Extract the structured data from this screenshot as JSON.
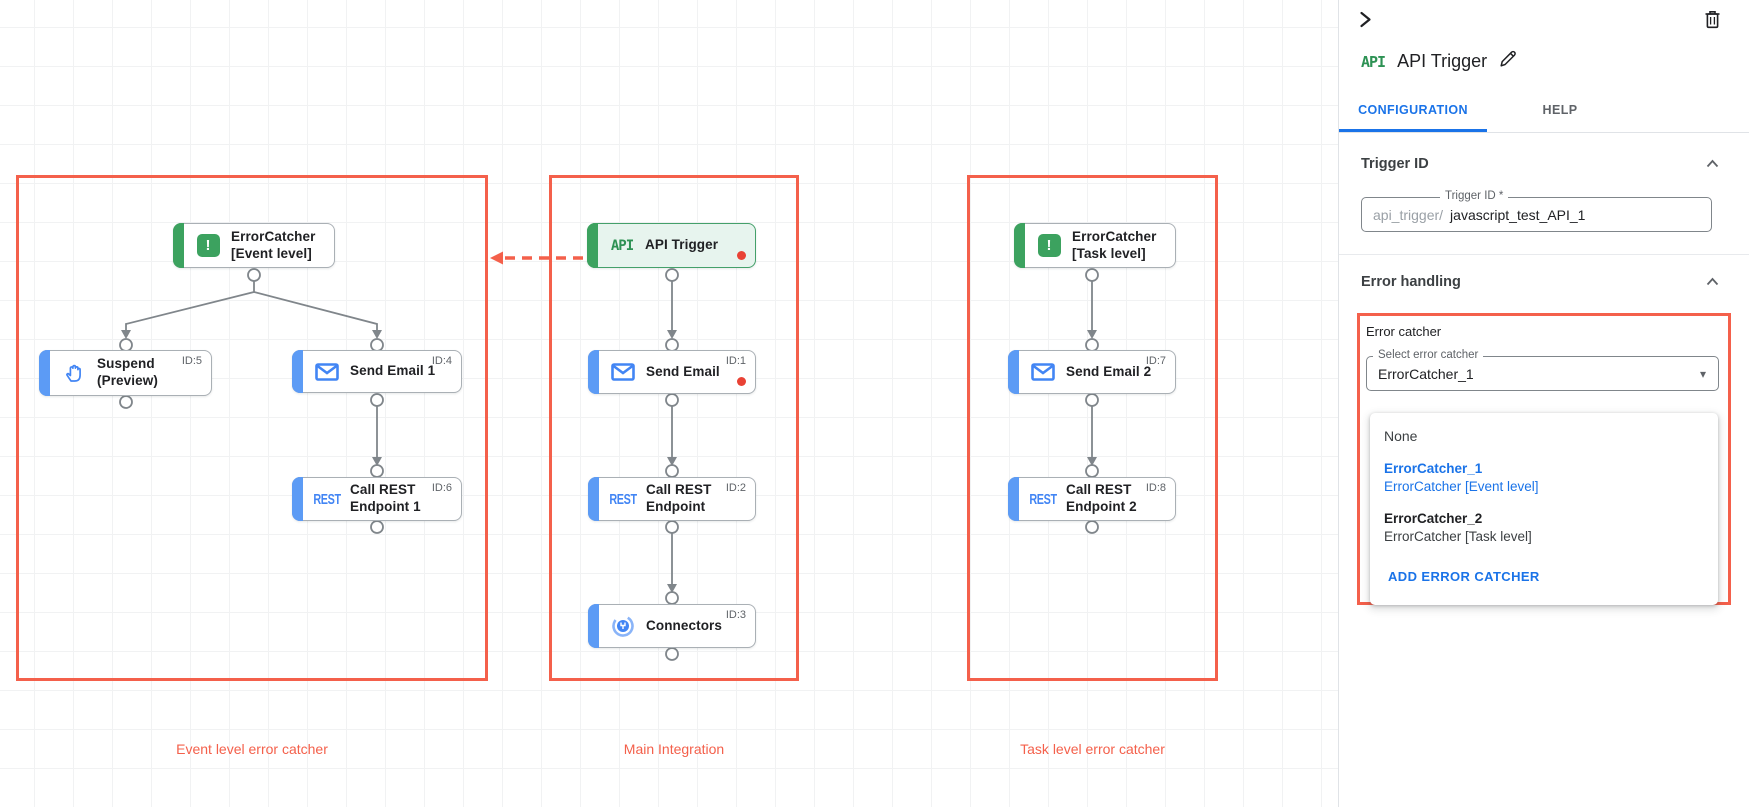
{
  "colors": {
    "accent_blue": "#1a73e8",
    "task_blue": "#4285f4",
    "green": "#34a853",
    "alert_red": "#f4604b",
    "dot_red": "#e94235"
  },
  "canvas": {
    "group_labels": [
      "Event level error catcher",
      "Main Integration",
      "Task level error catcher"
    ],
    "nodes": [
      {
        "label": "ErrorCatcher\n[Event level]",
        "id_badge": "",
        "icon": "error-catcher-icon"
      },
      {
        "label": "Suspend\n(Preview)",
        "id_badge": "ID:5",
        "icon": "hand-icon"
      },
      {
        "label": "Send Email 1",
        "id_badge": "ID:4",
        "icon": "mail-icon"
      },
      {
        "label": "Call REST\nEndpoint 1",
        "id_badge": "ID:6",
        "icon": "rest-icon"
      },
      {
        "label": "API Trigger",
        "id_badge": "",
        "icon": "api-icon"
      },
      {
        "label": "Send Email",
        "id_badge": "ID:1",
        "icon": "mail-icon"
      },
      {
        "label": "Call REST\nEndpoint",
        "id_badge": "ID:2",
        "icon": "rest-icon"
      },
      {
        "label": "Connectors",
        "id_badge": "ID:3",
        "icon": "connector-icon"
      },
      {
        "label": "ErrorCatcher\n[Task level]",
        "id_badge": "",
        "icon": "error-catcher-icon"
      },
      {
        "label": "Send Email 2",
        "id_badge": "ID:7",
        "icon": "mail-icon"
      },
      {
        "label": "Call REST\nEndpoint 2",
        "id_badge": "ID:8",
        "icon": "rest-icon"
      }
    ]
  },
  "panel": {
    "badge": "API",
    "title": "API Trigger",
    "tabs": [
      {
        "label": "CONFIGURATION"
      },
      {
        "label": "HELP"
      }
    ],
    "sections": {
      "trigger_id": {
        "heading": "Trigger ID",
        "field_label": "Trigger ID *",
        "prefix": "api_trigger/",
        "value": "javascript_test_API_1"
      },
      "error_handling": {
        "heading": "Error handling",
        "group_label": "Error catcher",
        "select_label": "Select error catcher",
        "select_value": "ErrorCatcher_1",
        "menu": {
          "none": "None",
          "options": [
            {
              "name": "ErrorCatcher_1",
              "detail": "ErrorCatcher [Event level]"
            },
            {
              "name": "ErrorCatcher_2",
              "detail": "ErrorCatcher [Task level]"
            }
          ],
          "add_button": "ADD ERROR CATCHER"
        }
      }
    }
  }
}
